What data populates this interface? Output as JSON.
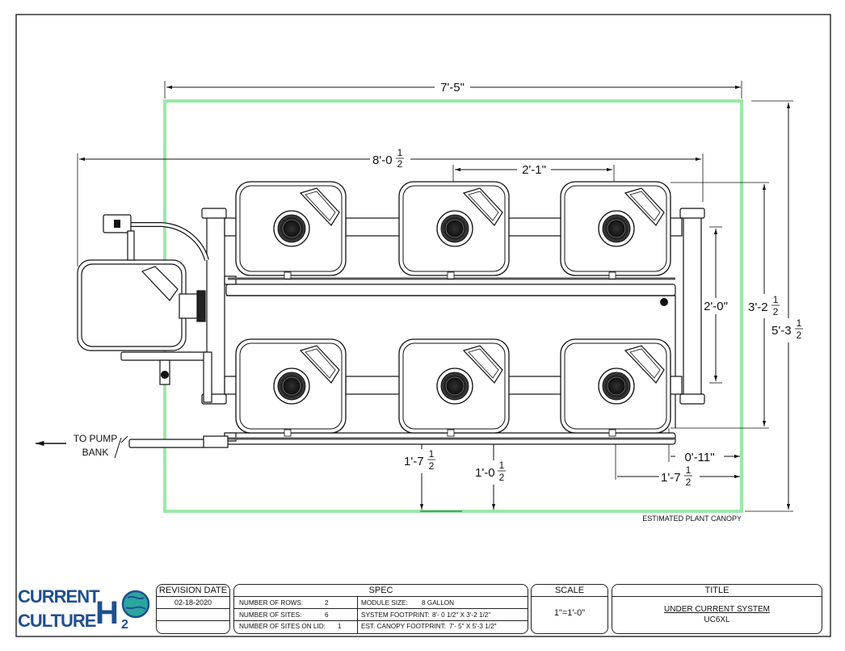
{
  "dimensions": {
    "canopy_width": "7'-5\"",
    "overall_width_whole": "8'-0",
    "overall_width_frac_num": "1",
    "overall_width_frac_den": "2",
    "module_spacing": "2'-1\"",
    "row_spacing": "2'-0\"",
    "system_depth_whole": "3'-2",
    "system_depth_frac_num": "1",
    "system_depth_frac_den": "2",
    "canopy_depth_whole": "5'-3",
    "canopy_depth_frac_num": "1",
    "canopy_depth_frac_den": "2",
    "canopy_offset_a_whole": "1'-7",
    "canopy_offset_a_num": "1",
    "canopy_offset_a_den": "2",
    "canopy_offset_b_whole": "1'-0",
    "canopy_offset_b_num": "1",
    "canopy_offset_b_den": "2",
    "side_offset": "0'-11\"",
    "right_offset_whole": "1'-7",
    "right_offset_num": "1",
    "right_offset_den": "2"
  },
  "labels": {
    "to_pump_line1": "TO PUMP",
    "to_pump_line2": "BANK",
    "canopy_label": "ESTIMATED PLANT CANOPY"
  },
  "logo": {
    "line1": "CURRENT",
    "line2": "CULTURE",
    "mark": "H2O"
  },
  "title_block": {
    "revision_header": "REVISION DATE",
    "revision_date": "02-18-2020",
    "spec_header": "SPEC",
    "spec": {
      "rows_label": "NUMBER OF ROWS:",
      "rows_value": "2",
      "sites_label": "NUMBER OF SITES:",
      "sites_value": "6",
      "lid_label": "NUMBER OF SITES ON LID:",
      "lid_value": "1",
      "module_label": "MODULE SIZE:",
      "module_value": "8 GALLON",
      "footprint_label": "SYSTEM FOOTPRINT:",
      "footprint_value": "8'- 0 1/2\" X 3'-2 1/2\"",
      "canopy_label": "EST. CANOPY FOOTPRINT:",
      "canopy_value": "7'- 5\" X 5'-3 1/2\""
    },
    "scale_header": "SCALE",
    "scale_value": "1\"=1'-0\"",
    "title_header": "TITLE",
    "title_line1": "UNDER CURRENT SYSTEM",
    "title_line2": "UC6XL"
  },
  "colors": {
    "canopy": "#9be8a8",
    "line": "#111111",
    "logo_blue": "#1f4f8f",
    "globe_teal": "#2aa6a0"
  },
  "icons": [
    "globe-icon",
    "arrow-left-icon",
    "valve-icon"
  ]
}
